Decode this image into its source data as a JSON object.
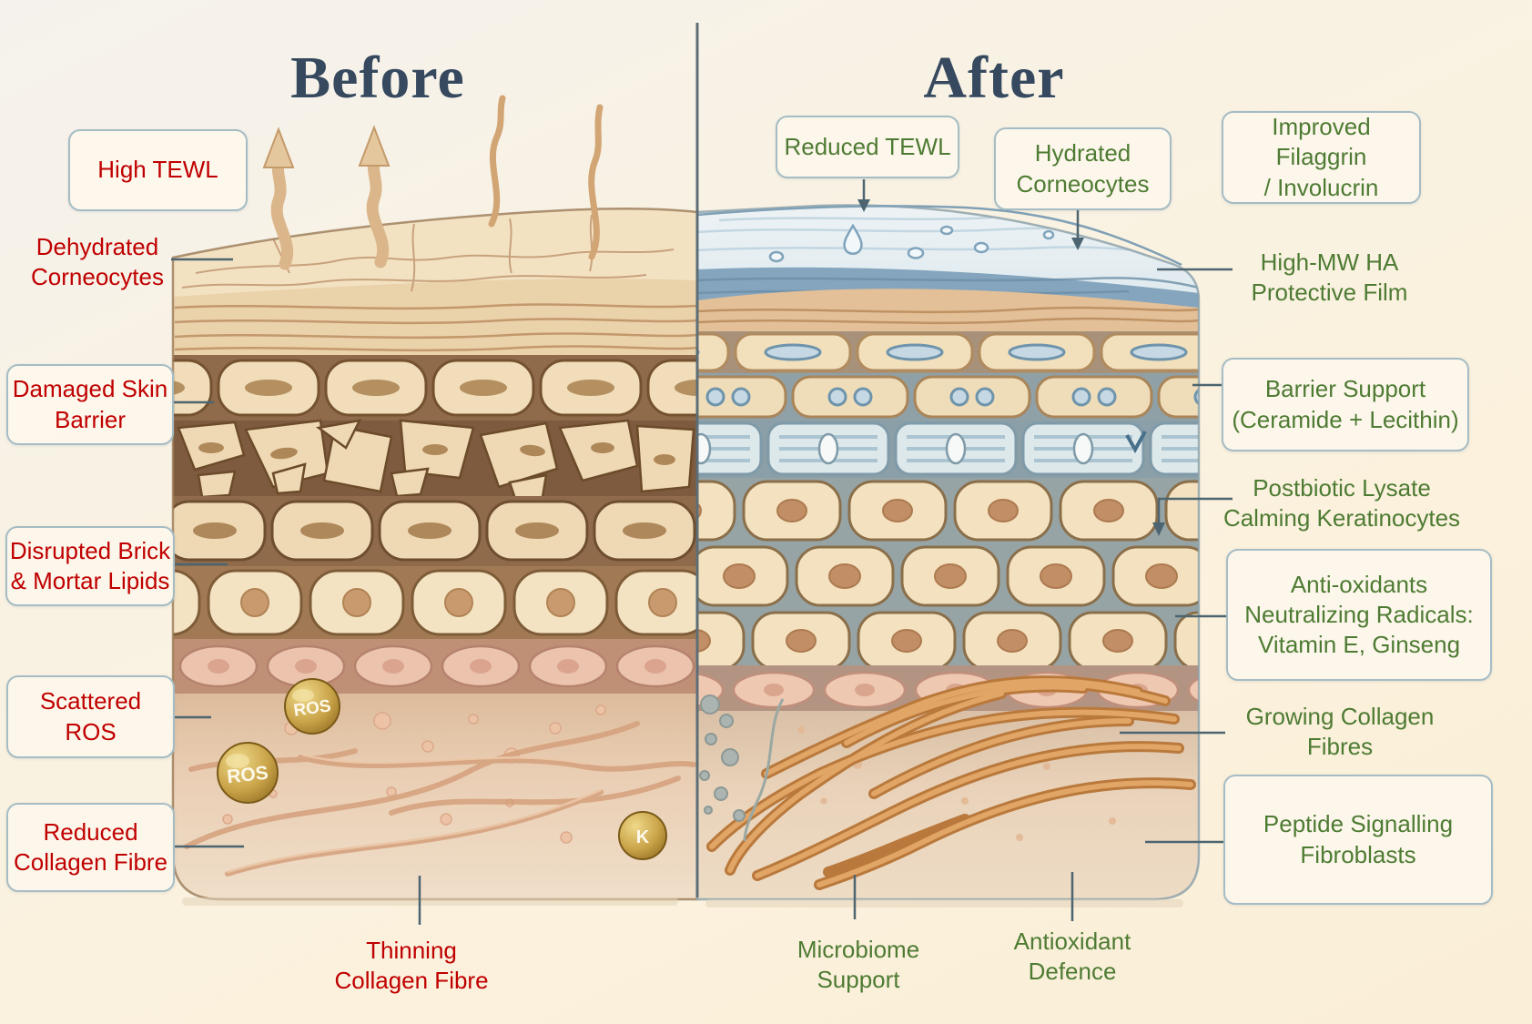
{
  "titles": {
    "before": "Before",
    "after": "After"
  },
  "colors": {
    "label_red": "#c00000",
    "label_green": "#4e7b33",
    "title_blue": "#36495e",
    "box_border": "#a5bcc4",
    "leader_line": "#4d6570",
    "ha_film_blue": "#84a5bd",
    "ros_gold": "#c9a348"
  },
  "before": {
    "high_tewl": "High TEWL",
    "dehydrated_l1": "Dehydrated",
    "dehydrated_l2": "Corneocytes",
    "damaged_l1": "Damaged Skin",
    "damaged_l2": "Barrier",
    "disrupted_l1": "Disrupted Brick",
    "disrupted_l2": "& Mortar Lipids",
    "scattered_l1": "Scattered",
    "scattered_l2": "ROS",
    "reduced_l1": "Reduced",
    "reduced_l2": "Collagen Fibre",
    "thinning_l1": "Thinning",
    "thinning_l2": "Collagen Fibre",
    "ros_sphere_1": "ROS",
    "ros_sphere_2": "ROS",
    "k_sphere": "K"
  },
  "after": {
    "reduced_tewl": "Reduced TEWL",
    "hydrated_l1": "Hydrated",
    "hydrated_l2": "Corneocytes",
    "filaggrin_l1": "Improved Filaggrin",
    "filaggrin_l2": "/ Involucrin",
    "ha_l1": "High-MW HA",
    "ha_l2": "Protective Film",
    "barrier_l1": "Barrier Support",
    "barrier_l2": "(Ceramide + Lecithin)",
    "postbiotic_l1": "Postbiotic Lysate",
    "postbiotic_l2": "Calming Keratinocytes",
    "antiox_l1": "Anti-oxidants",
    "antiox_l2": "Neutralizing Radicals:",
    "antiox_l3": "Vitamin E, Ginseng",
    "growing_l1": "Growing Collagen",
    "growing_l2": "Fibres",
    "peptide_l1": "Peptide Signalling",
    "peptide_l2": "Fibroblasts",
    "microbiome_l1": "Microbiome",
    "microbiome_l2": "Support",
    "antiox_def_l1": "Antioxidant",
    "antiox_def_l2": "Defence"
  }
}
